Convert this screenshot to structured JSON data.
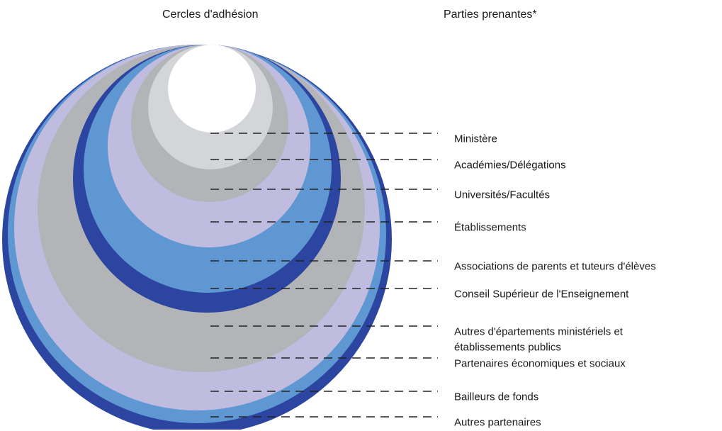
{
  "headings": {
    "circles": "Cercles d'adhésion",
    "stakeholders": "Parties prenantes*"
  },
  "colors": {
    "dark_blue": "#2c45a0",
    "medium_blue": "#5f97d3",
    "lavender": "#c0bce0",
    "gray": "#b3b4b8",
    "light_gray": "#d4d5d8",
    "center": "#ffffff",
    "leader_line": "#222222"
  },
  "ring_colors": [
    "dark_blue",
    "medium_blue",
    "lavender",
    "gray",
    "dark_blue",
    "medium_blue",
    "lavender",
    "gray",
    "light_gray",
    "center"
  ],
  "stakeholders": [
    {
      "label": "Ministère"
    },
    {
      "label": "Académies/Délégations"
    },
    {
      "label": "Universités/Facultés"
    },
    {
      "label": "Établissements"
    },
    {
      "label": "Associations de parents et tuteurs d'élèves"
    },
    {
      "label": "Conseil Supérieur de l'Enseignement"
    },
    {
      "label": "Autres d'épartements ministériels et",
      "label_line2": "établissements publics"
    },
    {
      "label": "Partenaires économiques et sociaux"
    },
    {
      "label": "Bailleurs de fonds"
    },
    {
      "label": "Autres partenaires"
    }
  ]
}
